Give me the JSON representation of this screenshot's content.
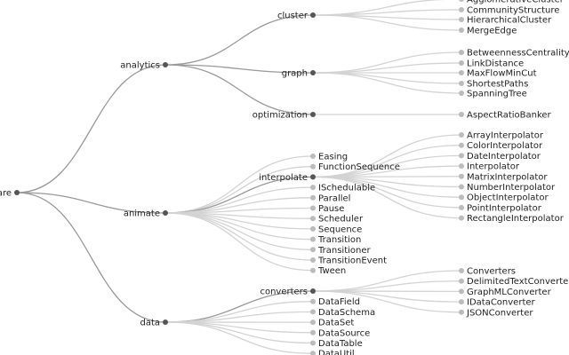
{
  "tree": {
    "colors": {
      "branch_link": "#999999",
      "leaf_link": "#d3d3d3",
      "branch_node": "#555555",
      "leaf_node": "#bbbbbb",
      "text": "#222222"
    },
    "root": {
      "label": "flare",
      "visible_text": "are"
    },
    "branches": [
      {
        "label": "analytics",
        "children": [
          {
            "label": "cluster",
            "children": [
              "AgglomerativeCluster",
              "CommunityStructure",
              "HierarchicalCluster",
              "MergeEdge"
            ]
          },
          {
            "label": "graph",
            "children": [
              "BetweennessCentrality",
              "LinkDistance",
              "MaxFlowMinCut",
              "ShortestPaths",
              "SpanningTree"
            ]
          },
          {
            "label": "optimization",
            "children": [
              "AspectRatioBanker"
            ]
          }
        ]
      },
      {
        "label": "animate",
        "children": [
          {
            "label": "Easing"
          },
          {
            "label": "FunctionSequence"
          },
          {
            "label": "interpolate",
            "children": [
              "ArrayInterpolator",
              "ColorInterpolator",
              "DateInterpolator",
              "Interpolator",
              "MatrixInterpolator",
              "NumberInterpolator",
              "ObjectInterpolator",
              "PointInterpolator",
              "RectangleInterpolator"
            ]
          },
          {
            "label": "ISchedulable"
          },
          {
            "label": "Parallel"
          },
          {
            "label": "Pause"
          },
          {
            "label": "Scheduler"
          },
          {
            "label": "Sequence"
          },
          {
            "label": "Transition"
          },
          {
            "label": "Transitioner"
          },
          {
            "label": "TransitionEvent"
          },
          {
            "label": "Tween"
          }
        ]
      },
      {
        "label": "data",
        "children": [
          {
            "label": "converters",
            "children": [
              "Converters",
              "DelimitedTextConverter",
              "GraphMLConverter",
              "IDataConverter",
              "JSONConverter"
            ]
          },
          {
            "label": "DataField"
          },
          {
            "label": "DataSchema"
          },
          {
            "label": "DataSet"
          },
          {
            "label": "DataSource"
          },
          {
            "label": "DataTable"
          },
          {
            "label": "DataUtil"
          }
        ]
      }
    ]
  }
}
